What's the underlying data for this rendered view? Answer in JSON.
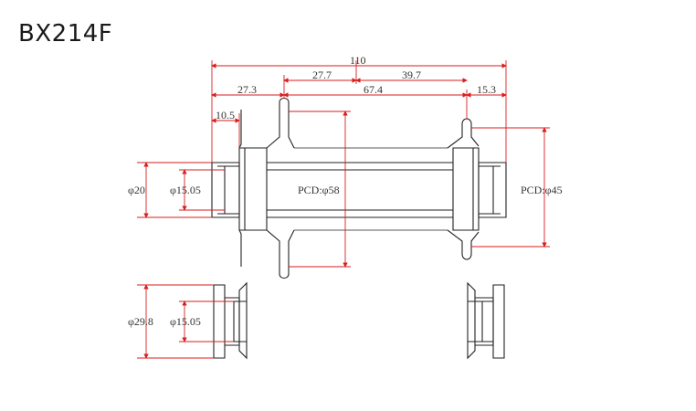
{
  "title": "BX214F",
  "dimensions": {
    "overall_width": "110",
    "left_to_center": "27.7",
    "center_to_right": "39.7",
    "left_offset": "27.3",
    "flange_spacing": "67.4",
    "right_offset": "15.3",
    "end_cap_width": "10.5",
    "end_cap_diameter": "φ20",
    "axle_diameter": "φ15.05",
    "left_pcd": "PCD:φ58",
    "right_pcd": "PCD:φ45",
    "adapter_diameter": "φ29.8",
    "adapter_axle_diameter": "φ15.05"
  },
  "colors": {
    "dimension_lines": "#d81e1e",
    "part_outline": "#222222",
    "text": "#333333"
  }
}
